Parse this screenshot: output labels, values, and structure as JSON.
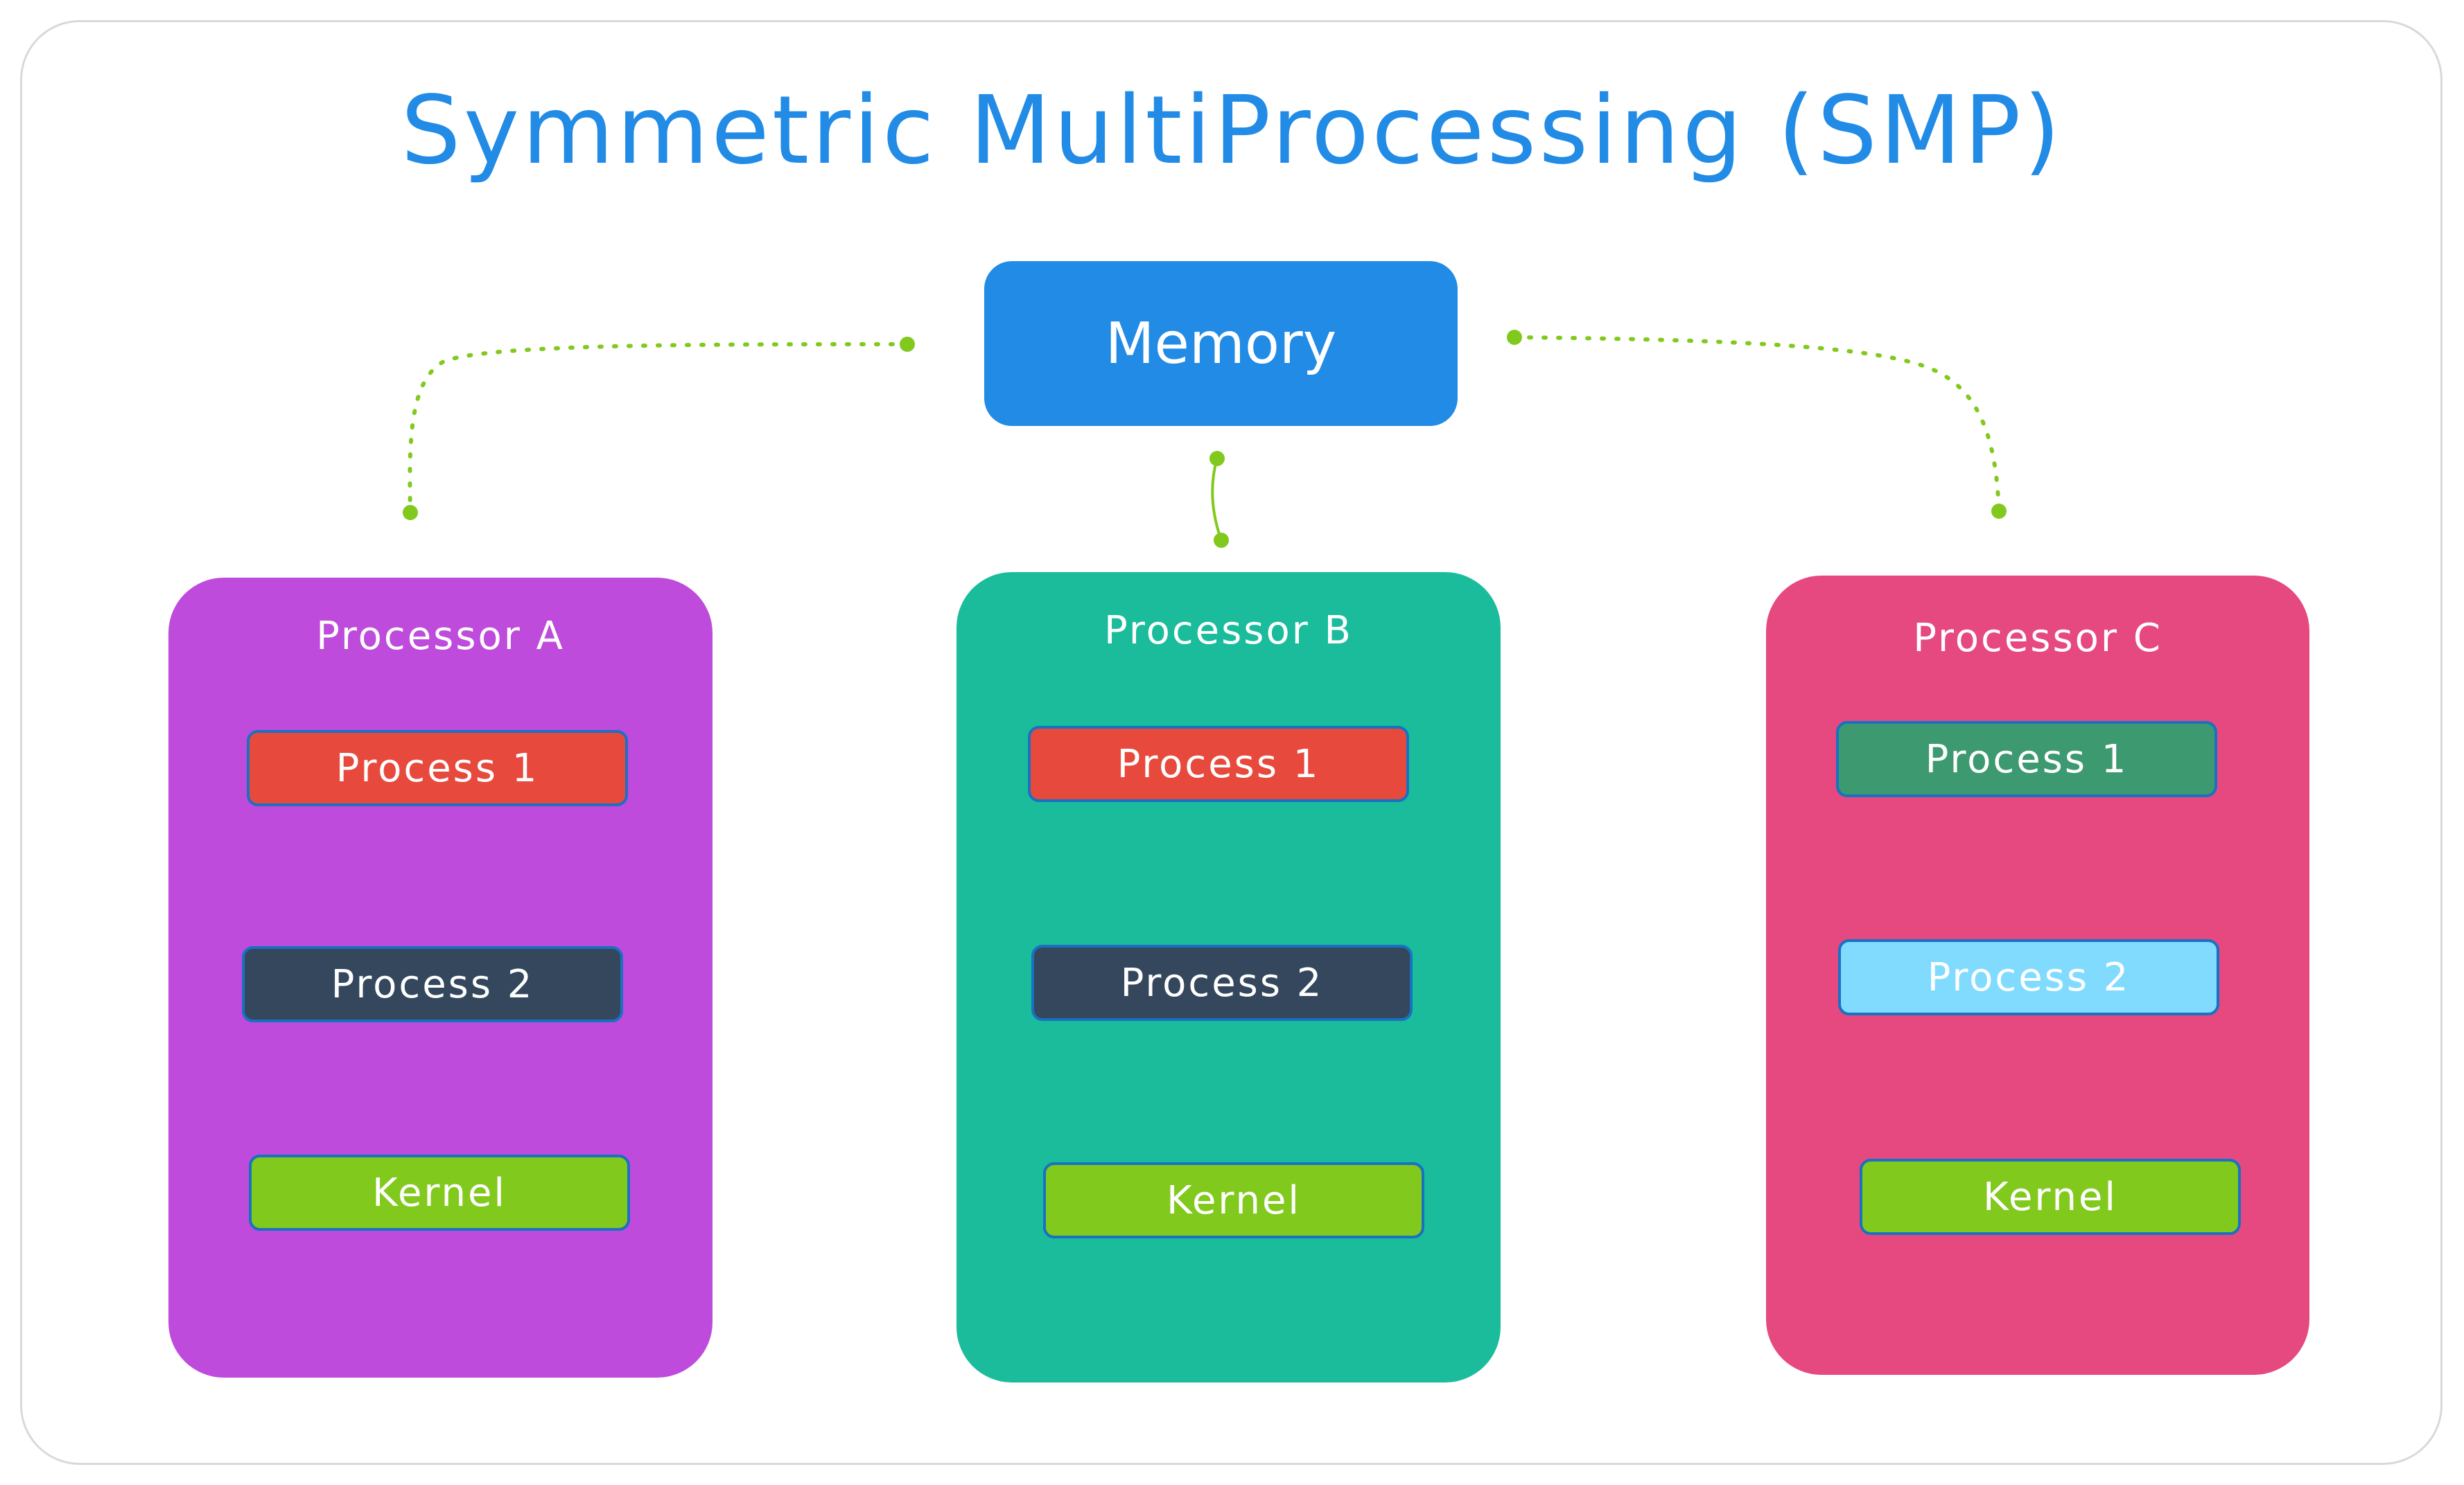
{
  "title": "Symmetric MultiProcessing (SMP)",
  "memory": {
    "label": "Memory",
    "color": "#228be6"
  },
  "connector_color": "#82c91e",
  "processors": [
    {
      "label": "Processor A",
      "color": "#be4bdb",
      "tasks": [
        {
          "label": "Process 1",
          "color": "#e8493d",
          "text_color": "#ffffff"
        },
        {
          "label": "Process 2",
          "color": "#34475d",
          "text_color": "#ffffff"
        },
        {
          "label": "Kernel",
          "color": "#82c91e",
          "text_color": "#ffffff"
        }
      ]
    },
    {
      "label": "Processor B",
      "color": "#1abc9c",
      "tasks": [
        {
          "label": "Process 1",
          "color": "#e8493d",
          "text_color": "#ffffff"
        },
        {
          "label": "Process 2",
          "color": "#34475d",
          "text_color": "#ffffff"
        },
        {
          "label": "Kernel",
          "color": "#82c91e",
          "text_color": "#ffffff"
        }
      ]
    },
    {
      "label": "Processor C",
      "color": "#e64980",
      "tasks": [
        {
          "label": "Process 1",
          "color": "#3d9970",
          "text_color": "#ffffff"
        },
        {
          "label": "Process 2",
          "color": "#80dbff",
          "text_color": "#ffffff"
        },
        {
          "label": "Kernel",
          "color": "#82c91e",
          "text_color": "#ffffff"
        }
      ]
    }
  ]
}
